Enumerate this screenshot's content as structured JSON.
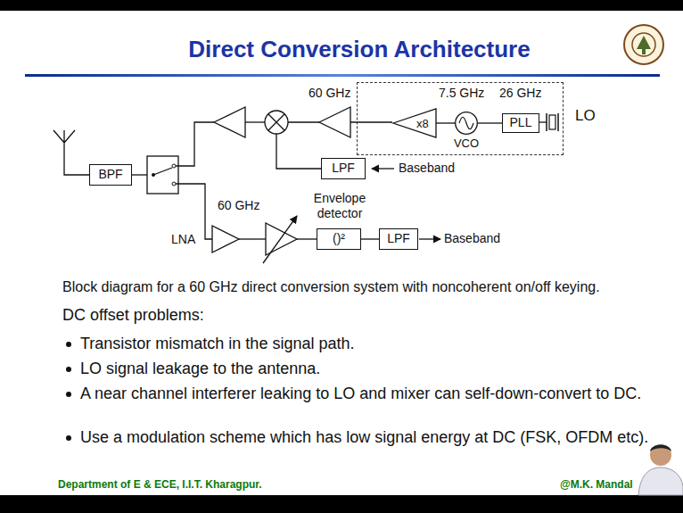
{
  "diagram": {
    "title": "Direct Conversion Architecture",
    "caption": "Block diagram for a 60 GHz direct conversion system with noncoherent on/off keying.",
    "nodes": [
      {
        "text": [
          "LO"
        ]
      },
      {
        "text": [
          "x8"
        ],
        "in": 0
      },
      {
        "text": [
          "VCO"
        ],
        "in": 0
      },
      {
        "text": [
          "PLL"
        ],
        "in": 0
      },
      {
        "text": [
          "BPF"
        ]
      },
      {
        "text": [
          "LPF"
        ]
      },
      {
        "text": [
          "()²"
        ]
      },
      {
        "text": [
          "LPF"
        ]
      }
    ],
    "edges": [
      {
        "from": 2,
        "to": 1,
        "arrow": "none"
      },
      {
        "from": 3,
        "to": 2,
        "arrow": "none"
      },
      {
        "from": 6,
        "to": 7,
        "arrow": "none"
      }
    ],
    "labels": [
      "60 GHz",
      "7.5 GHz",
      "26 GHz",
      "Baseband",
      "60 GHz",
      "LNA",
      "Envelope detector",
      "Baseband",
      "DC offset problems:",
      "Transistor mismatch in the signal path.",
      "LO signal leakage to the antenna.",
      "A near channel interferer leaking to LO and mixer can self-down-convert to DC.",
      "Use a modulation scheme which has low signal energy at DC (FSK, OFDM etc).",
      "Department of E & ECE, I.I.T. Kharagpur.",
      "@M.K. Mandal"
    ]
  }
}
